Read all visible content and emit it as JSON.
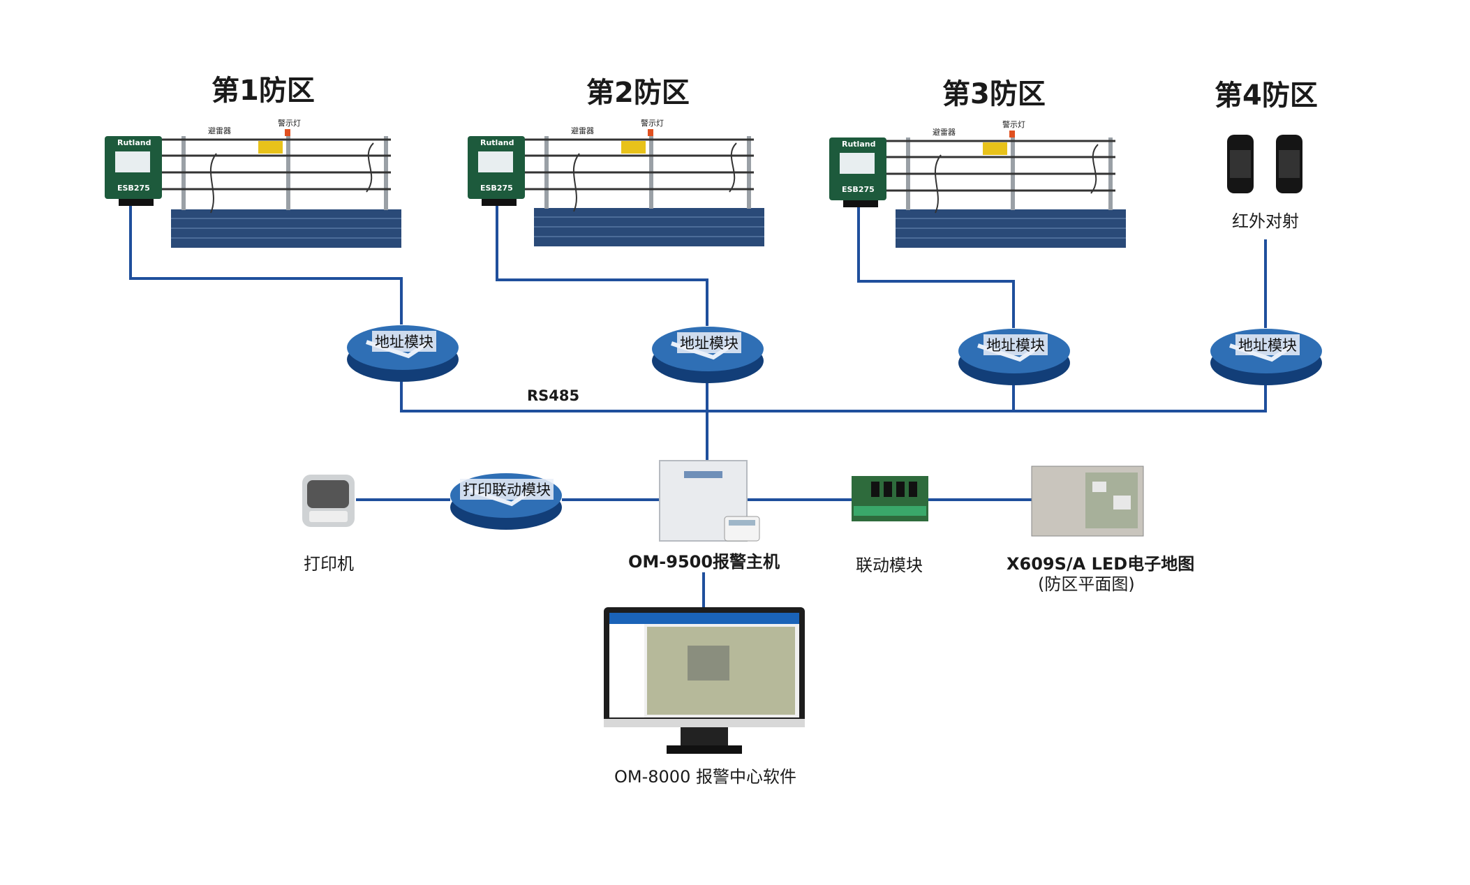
{
  "zones": [
    {
      "title": "第1防区"
    },
    {
      "title": "第2防区"
    },
    {
      "title": "第3防区"
    },
    {
      "title": "第4防区"
    }
  ],
  "fence": {
    "lightning_rod": "避雷器",
    "warning_light": "警示灯",
    "energizer_brand": "Rutland",
    "energizer_model": "ESB275"
  },
  "infrared": {
    "label": "红外对射"
  },
  "address_module": {
    "label": "地址模块"
  },
  "bus": {
    "label": "RS485"
  },
  "printer": {
    "label": "打印机"
  },
  "print_module": {
    "label": "打印联动模块"
  },
  "host": {
    "label": "OM-9500报警主机"
  },
  "relay_module": {
    "label": "联动模块"
  },
  "map_board": {
    "line1": "X609S/A LED电子地图",
    "line2": "(防区平面图)"
  },
  "software": {
    "label": "OM-8000 报警中心软件"
  },
  "colors": {
    "wire": "#1f4f9c",
    "module_top": "#2f6fb5",
    "module_side": "#123e78",
    "wall": "#2a4a78"
  }
}
